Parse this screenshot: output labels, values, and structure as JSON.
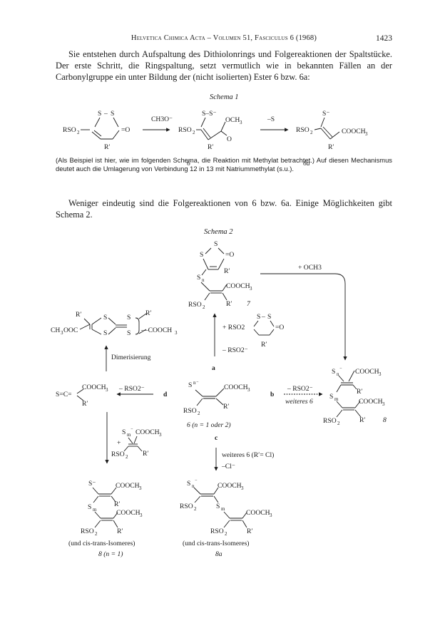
{
  "header": {
    "journal": "Helvetica Chimica Acta – Volumen 51, Fasciculus 6 (1968)",
    "page_number": "1423"
  },
  "intro_paragraph": "Sie entstehen durch Aufspaltung des Dithiolonrings und Folgereaktionen der Spaltstücke. Der erste Schritt, die Ringspaltung, setzt vermutlich wie in bekannten Fällen an der Carbonylgruppe ein unter Bildung der (nicht isolierten) Ester 6 bzw. 6a:",
  "scheme1": {
    "title": "Schema 1",
    "reagent1": "CH3O⁻",
    "reagent2": "–S",
    "labels": [
      "6",
      "6a"
    ]
  },
  "footnote": "(Als Beispiel ist hier, wie im folgenden Schema, die Reaktion mit Methylat betrachtet.) Auf diesen Mechanismus deutet auch die Umlagerung von Verbindung 12 in 13 mit Natriummethylat (s.u.).",
  "second_paragraph": "Weniger eindeutig sind die Folgereaktionen von 6 bzw. 6a. Einige Möglichkeiten gibt Schema 2.",
  "scheme2": {
    "title": "Schema 2",
    "compound7": "7",
    "plus_och3": "+ OCH3",
    "plus_rso2_reagent": "+ RSO2",
    "minus_rso2": "– RSO2⁻",
    "dimerisierung": "Dimerisierung",
    "route_a": "a",
    "route_b": "b",
    "route_c": "c",
    "route_d": "d",
    "minus_rso2_d": "– RSO2⁻",
    "minus_rso2_b": "– RSO2⁻",
    "weiteres_6": "weiteres 6",
    "center_label": "6 (n = 1 oder 2)",
    "compound8": "8",
    "weiteres_6_cl": "weiteres 6 (R′= Cl)",
    "minus_cl": "–Cl⁻",
    "isomers_left": "(und cis-trans-Isomeres)",
    "label_8_n1": "8 (n = 1)",
    "isomers_right": "(und cis-trans-Isomeres)",
    "label_8a": "8a"
  }
}
